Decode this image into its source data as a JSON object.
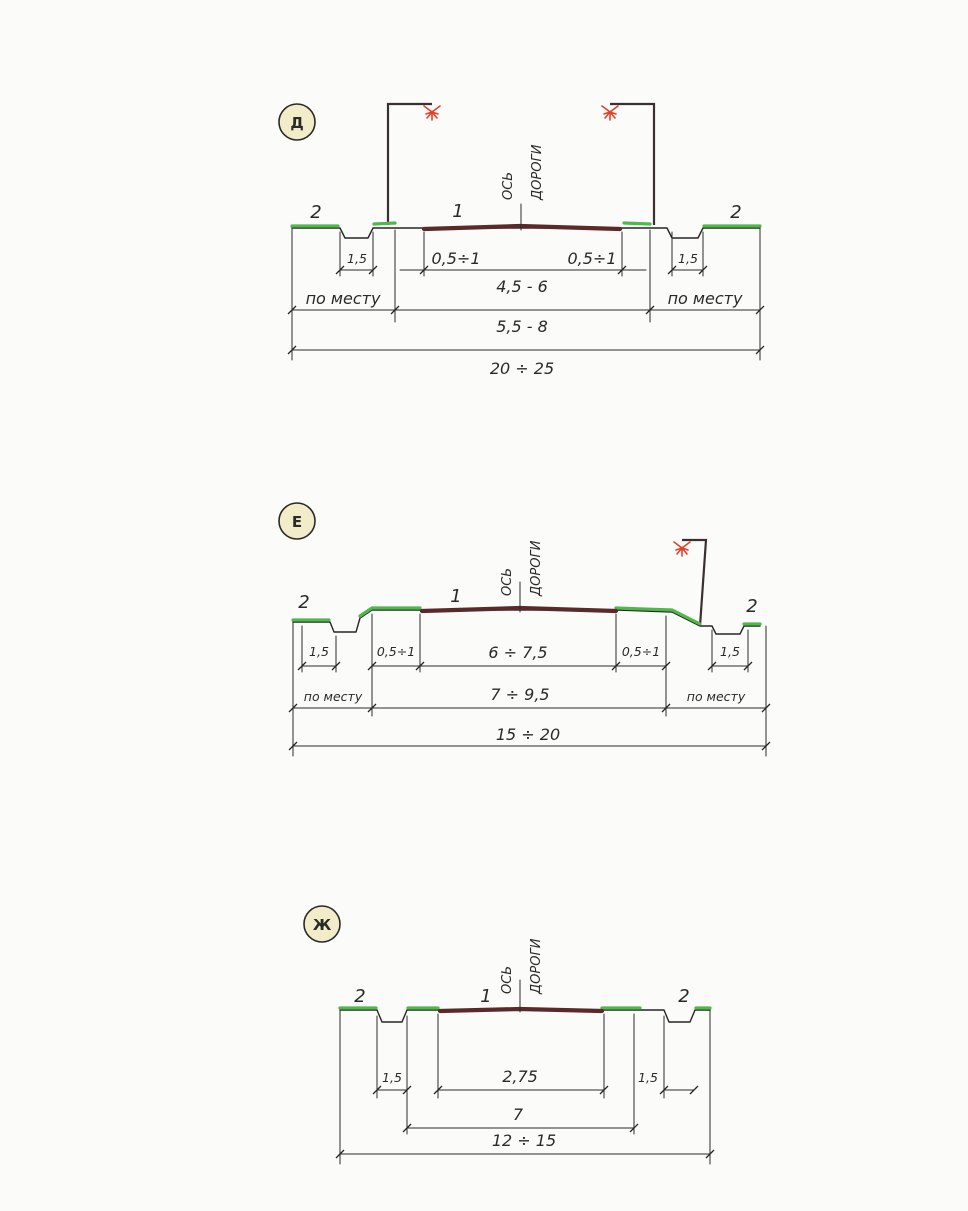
{
  "sections": [
    {
      "id": "d",
      "badge": "Д",
      "axis_label": [
        "ОСЬ",
        "ДОРОГИ"
      ],
      "label_paving": "1",
      "label_left": "2",
      "label_right": "2",
      "dims": {
        "ditch_left": "1,5",
        "ditch_right": "1,5",
        "shoulder_left": "0,5÷1",
        "shoulder_right": "0,5÷1",
        "carriageway": "4,5 - 6",
        "local_left": "по месту",
        "local_right": "по месту",
        "roadway": "5,5 - 8",
        "total": "20 ÷ 25"
      }
    },
    {
      "id": "e",
      "badge": "Е",
      "axis_label": [
        "ОСЬ",
        "ДОРОГИ"
      ],
      "label_paving": "1",
      "label_left": "2",
      "label_right": "2",
      "dims": {
        "ditch_left": "1,5",
        "ditch_right": "1,5",
        "shoulder_left": "0,5÷1",
        "shoulder_right": "0,5÷1",
        "carriageway": "6 ÷ 7,5",
        "local_left": "по месту",
        "local_right": "по месту",
        "roadway": "7 ÷ 9,5",
        "total": "15 ÷ 20"
      }
    },
    {
      "id": "zh",
      "badge": "Ж",
      "axis_label": [
        "ОСЬ",
        "ДОРОГИ"
      ],
      "label_paving": "1",
      "label_left": "2",
      "label_right": "2",
      "dims": {
        "ditch_left": "1,5",
        "ditch_right": "1,5",
        "carriageway": "2,75",
        "roadway": "7",
        "total": "12 ÷ 15"
      }
    }
  ],
  "colors": {
    "grass": "#4fb84a",
    "paving": "#5a2a2a",
    "lamp": "#e0442a",
    "badge_fill": "#f3ecc8"
  }
}
